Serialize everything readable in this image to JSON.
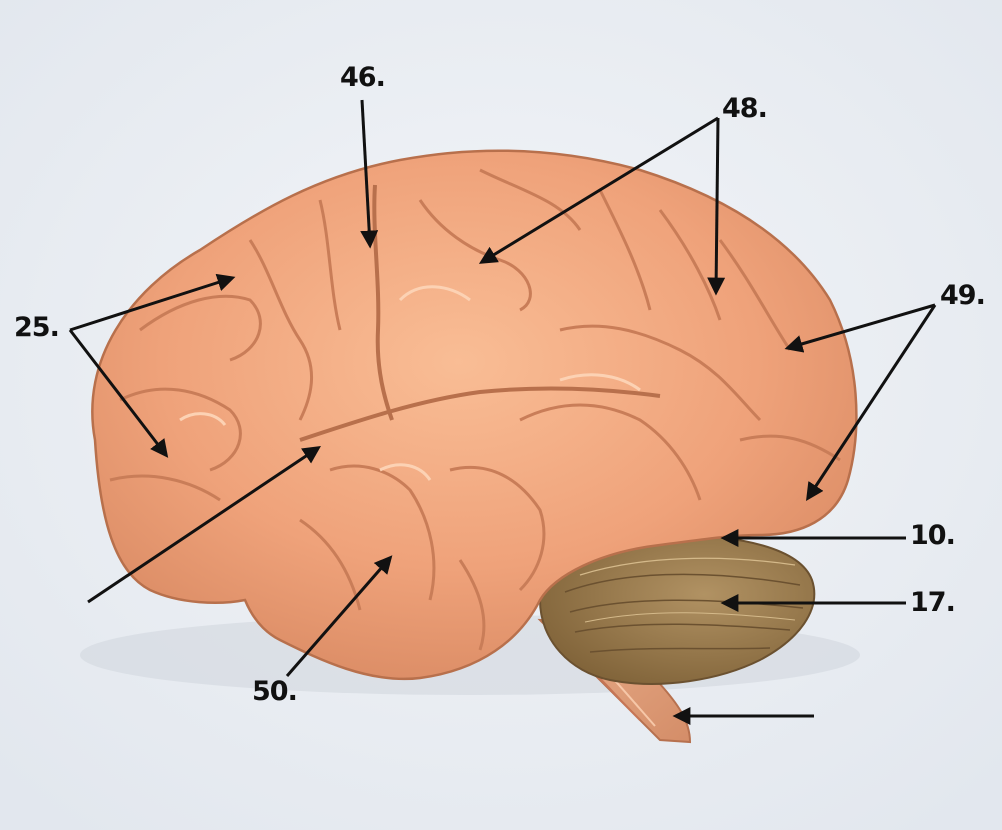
{
  "labels": {
    "l25": "25.",
    "l46": "46.",
    "l48": "48.",
    "l49": "49.",
    "l10": "10.",
    "l17": "17.",
    "l50": "50."
  },
  "colors": {
    "background": "#eef1f5",
    "cerebrum": "#f0a77e",
    "cerebrum_shadow": "#c9764f",
    "cerebellum": "#9a7b4c",
    "brainstem": "#e3a680",
    "arrow": "#111111"
  },
  "objects": [
    "cerebrum",
    "cerebellum",
    "brainstem"
  ],
  "arrows_count": 12
}
